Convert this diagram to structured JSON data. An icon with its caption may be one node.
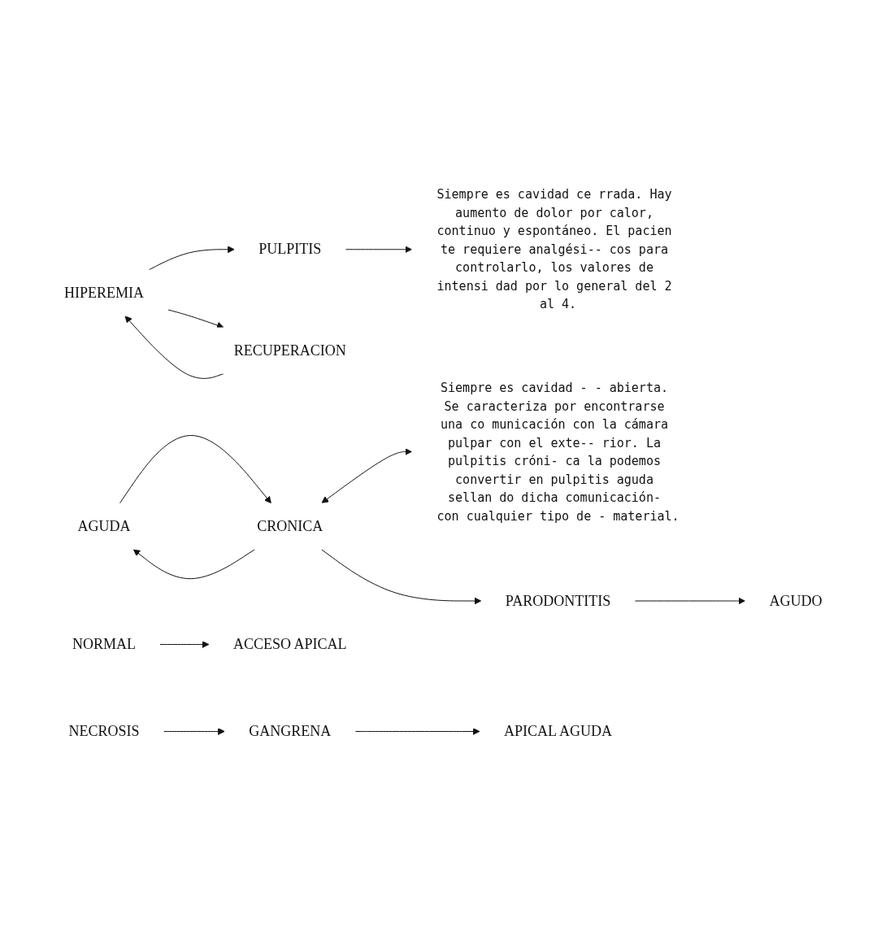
{
  "diagram": {
    "nodes": [
      {
        "text": [
          "HIPEREMIA"
        ]
      },
      {
        "text": [
          "RECUPERACION"
        ]
      },
      {
        "text": [
          "PULPITIS"
        ]
      },
      {
        "text": [
          "AGUDA"
        ]
      },
      {
        "text": [
          "CRONICA"
        ]
      },
      {
        "text": [
          "Siempre es cavidad ce rrada. Hay aumento de dolor por calor, continuo y espontáneo. El pacien te requiere analgési-- cos para controlarlo, los valores de intensi dad por lo general del 2 al 4."
        ]
      },
      {
        "text": [
          "NORMAL"
        ]
      },
      {
        "text": [
          "ACCESO APICAL"
        ]
      },
      {
        "text": [
          "AGUDO"
        ]
      },
      {
        "text": [
          "PARODONTITIS"
        ]
      },
      {
        "text": [
          "APICAL AGUDA"
        ]
      },
      {
        "text": [
          "NECROSIS"
        ]
      },
      {
        "text": [
          "GANGRENA"
        ]
      },
      {
        "text": [
          "Siempre es cavidad - - abierta. Se caracteriza por encontrarse una co municación con la cámara pulpar con el exte-- rior. La pulpitis cróni- ca la podemos convertir en pulpitis aguda sellan do dicha comunicación- con cualquier tipo de - material."
        ]
      }
    ],
    "edges": [
      {
        "from": 0,
        "to": 2,
        "arrow": "to"
      },
      {
        "from": 0,
        "to": 1,
        "arrow": "to"
      },
      {
        "from": 1,
        "to": 0,
        "arrow": "to"
      },
      {
        "from": 2,
        "to": 5,
        "arrow": "to"
      },
      {
        "from": 4,
        "to": 3,
        "arrow": "to"
      },
      {
        "from": 3,
        "to": 4,
        "arrow": "to"
      },
      {
        "from": 4,
        "to": 13,
        "arrow": "both"
      },
      {
        "from": 6,
        "to": 7,
        "arrow": "to"
      },
      {
        "from": 4,
        "to": 9,
        "arrow": "to"
      },
      {
        "from": 9,
        "to": 8,
        "arrow": "to"
      },
      {
        "from": 11,
        "to": 12,
        "arrow": "to"
      },
      {
        "from": 12,
        "to": 10,
        "arrow": "to"
      }
    ]
  }
}
